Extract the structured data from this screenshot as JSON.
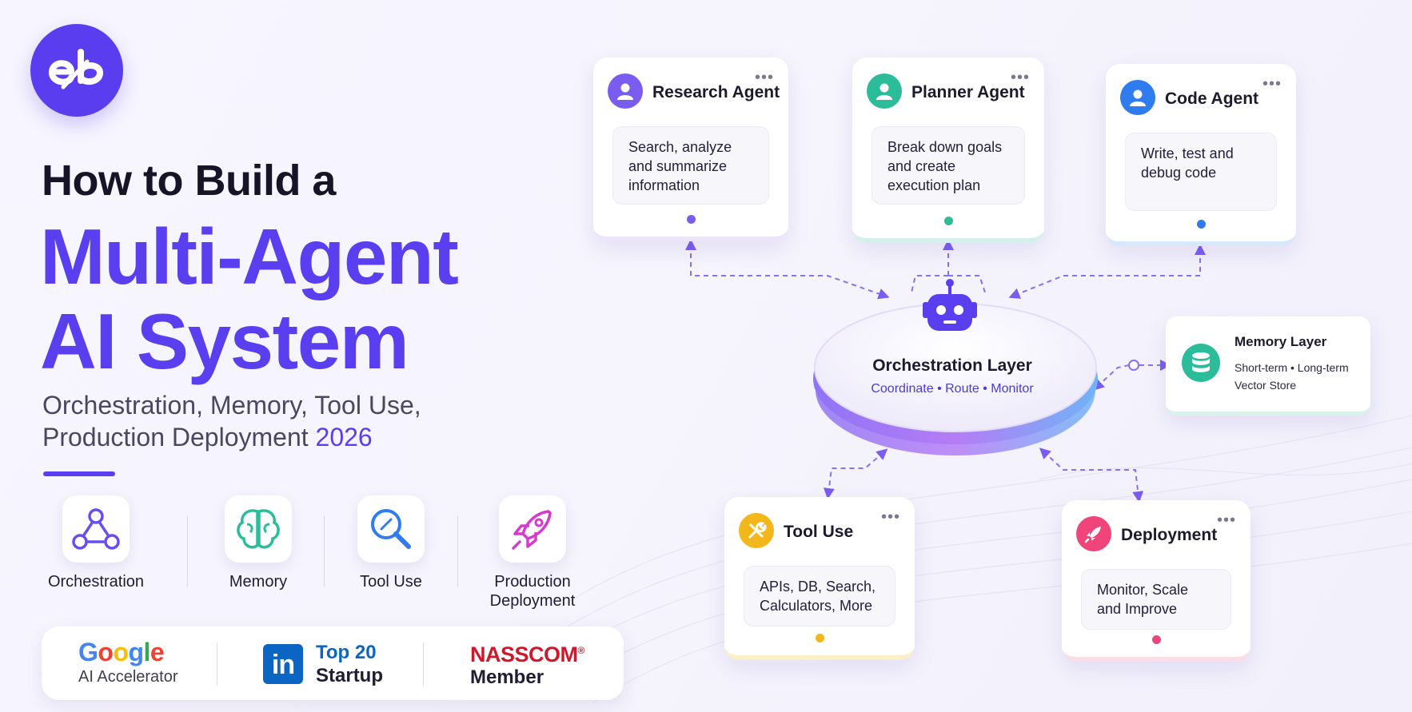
{
  "brand": {
    "logo_text": "eb"
  },
  "header": {
    "title_line1": "How to Build a",
    "title_line2": "Multi-Agent",
    "title_line3": "AI System",
    "subtitle_line1": "Orchestration, Memory, Tool Use,",
    "subtitle_line2": "Production Deployment",
    "subtitle_year": "2026"
  },
  "features": [
    {
      "label": "Orchestration",
      "icon": "network-icon"
    },
    {
      "label": "Memory",
      "icon": "brain-icon"
    },
    {
      "label": "Tool Use",
      "icon": "magnifier-tool-icon"
    },
    {
      "label_line1": "Production",
      "label_line2": "Deployment",
      "icon": "rocket-icon"
    }
  ],
  "badges": {
    "google": {
      "word": "Google",
      "sub": "AI Accelerator"
    },
    "linkedin": {
      "logo": "in",
      "top": "Top 20",
      "bottom": "Startup"
    },
    "nasscom": {
      "top": "NASSCOM",
      "reg": "®",
      "bottom": "Member"
    }
  },
  "agents": {
    "research": {
      "title": "Research Agent",
      "desc": "Search, analyze and summarize information",
      "menu": "•••",
      "color": "#7b5cf0"
    },
    "planner": {
      "title": "Planner Agent",
      "desc": "Break down goals and create execution plan",
      "menu": "•••",
      "color": "#2bbd9a"
    },
    "code": {
      "title": "Code Agent",
      "desc": "Write, test and debug code",
      "menu": "•••",
      "color": "#2f7cf0"
    },
    "tool": {
      "title": "Tool Use",
      "desc": "APIs, DB, Search, Calculators, More",
      "menu": "•••",
      "color": "#f2b71a"
    },
    "deploy": {
      "title": "Deployment",
      "desc": "Monitor, Scale and Improve",
      "menu": "•••",
      "color": "#f0457a"
    }
  },
  "orchestration": {
    "title": "Orchestration Layer",
    "subtitle": "Coordinate • Route • Monitor"
  },
  "memory": {
    "title": "Memory Layer",
    "line1": "Short-term • Long-term",
    "line2": "Vector Store",
    "color": "#2bbd9a"
  },
  "colors": {
    "primary": "#5a3ff0",
    "text_dark": "#171427",
    "linkedin": "#0a66c2",
    "nasscom": "#d0182b"
  }
}
